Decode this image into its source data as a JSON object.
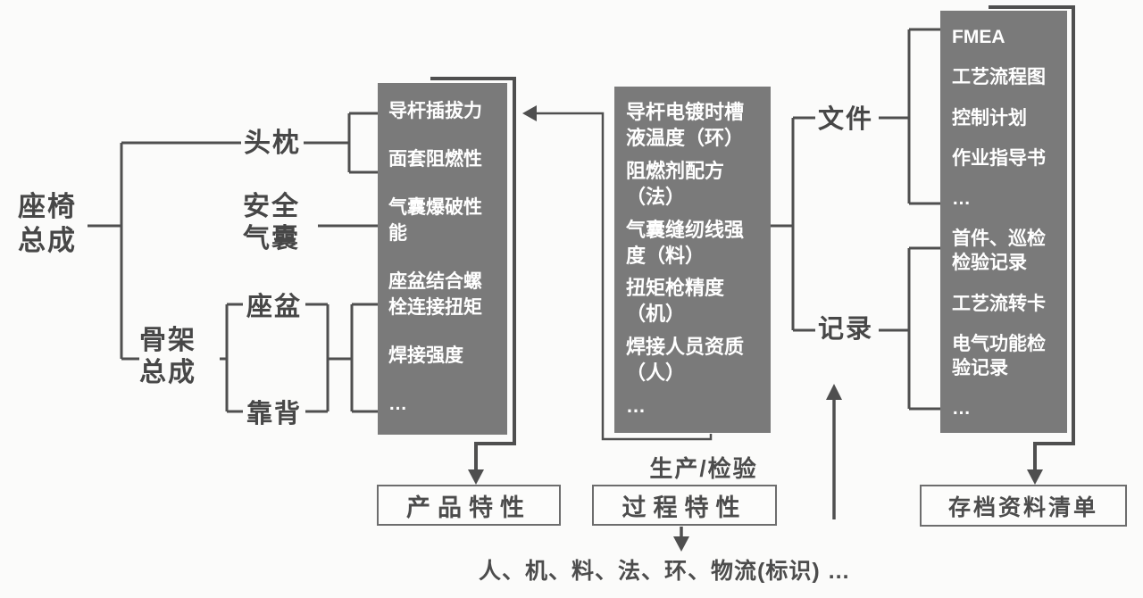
{
  "tree": {
    "root": "座椅\n总成",
    "headrest": "头枕",
    "airbag": "安全\n气囊",
    "frame": "骨架\n总成",
    "seat_pan": "座盆",
    "backrest": "靠背"
  },
  "product_box": {
    "items": [
      "导杆插拔力",
      "面套阻燃性",
      "气囊爆破性能",
      "座盆结合螺栓连接扭矩",
      "焊接强度",
      "…"
    ]
  },
  "process_box": {
    "items": [
      "导杆电镀时槽液温度（环）",
      "阻燃剂配方（法）",
      "气囊缝纫线强度（料）",
      "扭矩枪精度（机）",
      "焊接人员资质（人）",
      "…"
    ]
  },
  "doc_labels": {
    "file": "文件",
    "record": "记录"
  },
  "archive_box": {
    "items": [
      "FMEA",
      "工艺流程图",
      "控制计划",
      "作业指导书",
      "…",
      "首件、巡检检验记录",
      "工艺流转卡",
      "电气功能检验记录",
      "…"
    ]
  },
  "outputs": {
    "product": "产品特性",
    "process": "过程特性",
    "archive": "存档资料清单",
    "production_label": "生产/检验",
    "factors": "人、机、料、法、环、物流(标识) …"
  },
  "colors": {
    "box_gray": "#7a7a7a",
    "line_gray": "#4f4f4f",
    "text_gray": "#474747"
  }
}
